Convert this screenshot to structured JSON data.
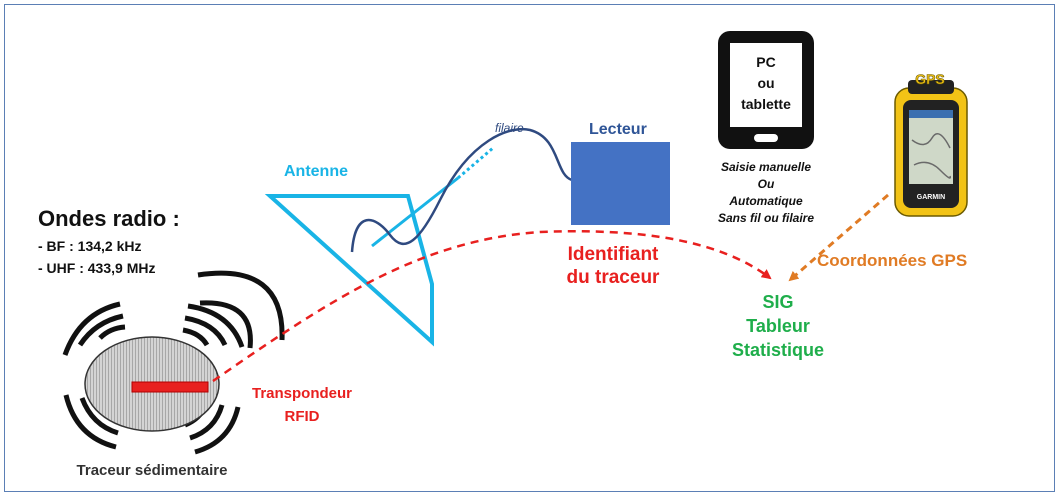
{
  "texts": {
    "ondes_title": "Ondes radio :",
    "ondes_bf": "- BF : 134,2 kHz",
    "ondes_uhf": "- UHF : 433,9 MHz",
    "antenne": "Antenne",
    "filaire": "filaire",
    "lecteur": "Lecteur",
    "pc_line1": "PC",
    "pc_line2": "ou",
    "pc_line3": "tablette",
    "saisie_line1": "Saisie manuelle",
    "saisie_line2": "Ou",
    "saisie_line3": "Automatique",
    "saisie_line4": "Sans fil ou filaire",
    "gps_label": "GPS",
    "gps_device_brand": "GARMIN",
    "identifiant_line1": "Identifiant",
    "identifiant_line2": "du traceur",
    "coordonnees": "Coordonnées GPS",
    "sig_line1": "SIG",
    "sig_line2": "Tableur",
    "sig_line3": "Statistique",
    "transpondeur_line1": "Transpondeur",
    "transpondeur_line2": "RFID",
    "traceur": "Traceur sédimentaire"
  },
  "colors": {
    "frame": "#5b7fb5",
    "antenna": "#19b4e6",
    "cable": "#2f4a80",
    "lecteur_box": "#4472c4",
    "lecteur_text": "#2f5597",
    "red": "#e8201f",
    "orange": "#e07b24",
    "green": "#1fae4b",
    "black": "#111111",
    "gps_yellow": "#f2c316"
  }
}
